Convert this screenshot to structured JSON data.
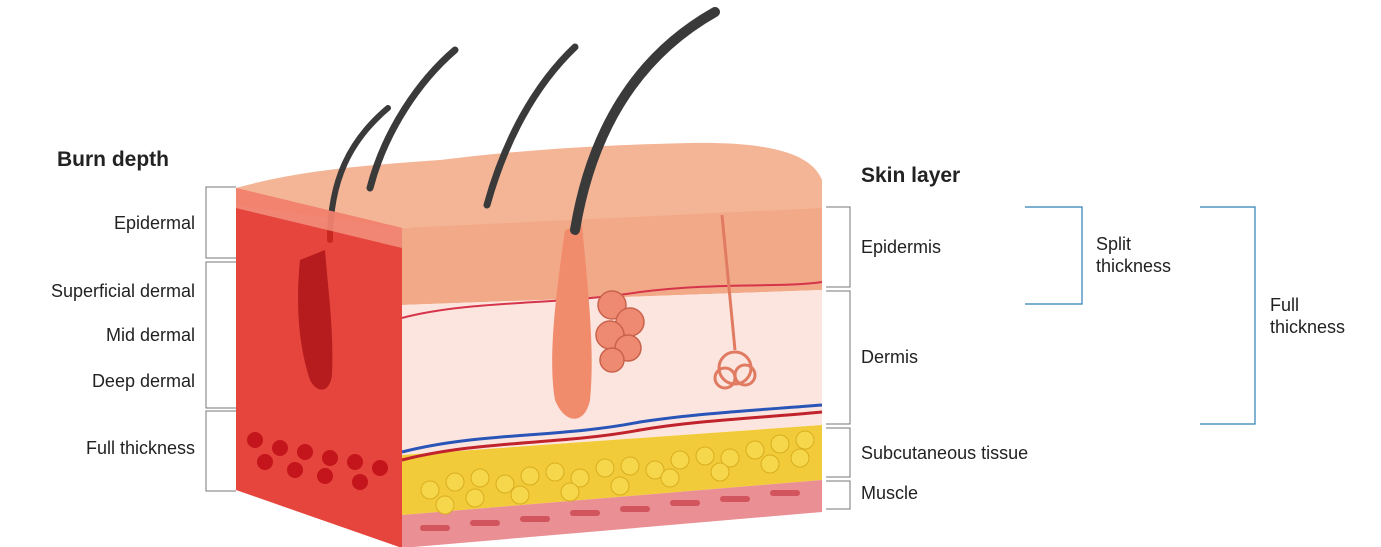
{
  "burn_depth": {
    "heading": "Burn depth",
    "levels": [
      "Epidermal",
      "Superficial dermal",
      "Mid dermal",
      "Deep dermal",
      "Full thickness"
    ]
  },
  "skin_layer": {
    "heading": "Skin layer",
    "layers": [
      "Epidermis",
      "Dermis",
      "Subcutaneous tissue",
      "Muscle"
    ]
  },
  "graft": {
    "split": "Split\nthickness",
    "full": "Full\nthickness"
  },
  "colors": {
    "bracket": "#777777",
    "graft_bracket": "#2f7fb5",
    "burn_overlay": "#e0241b",
    "epidermis": "#f3a888",
    "dermis": "#fbe2dc",
    "fat": "#f4cf3c",
    "muscle": "#e8868b",
    "hair": "#3a3a3a"
  }
}
